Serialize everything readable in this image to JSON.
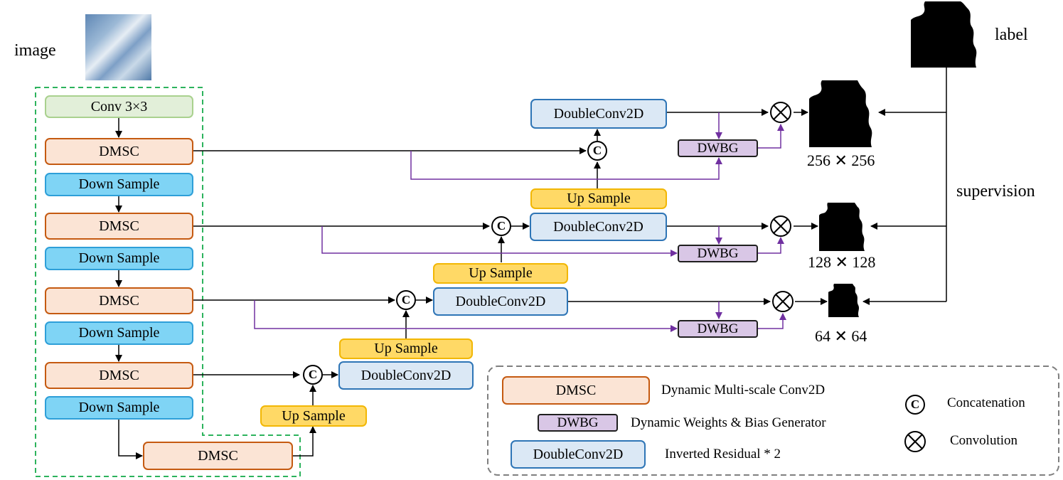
{
  "image_label": "image",
  "label_text": "label",
  "supervision_text": "supervision",
  "encoder": {
    "conv": "Conv 3×3",
    "dmsc": "DMSC",
    "down": "Down Sample"
  },
  "decoder": {
    "up": "Up Sample",
    "doubleconv": "DoubleConv2D",
    "dwbg": "DWBG",
    "concat_symbol": "C"
  },
  "outputs": [
    "256 ✕ 256",
    "128 ✕ 128",
    "64 ✕ 64"
  ],
  "legend": {
    "dmsc_box": "DMSC",
    "dmsc_desc": "Dynamic Multi-scale Conv2D",
    "dwbg_box": "DWBG",
    "dwbg_desc": "Dynamic Weights & Bias Generator",
    "dc_box": "DoubleConv2D",
    "dc_desc": "Inverted Residual * 2",
    "concat_symbol": "C",
    "concat_desc": "Concatenation",
    "conv_desc": "Convolution"
  },
  "colors": {
    "encoder_border": "#2db35d",
    "purple_path": "#7030a0",
    "dmsc_fill": "#fbe4d5",
    "down_fill": "#7fd4f5",
    "up_fill": "#ffd966",
    "doubleconv_fill": "#dbe8f5",
    "dwbg_fill": "#d9c7e6"
  }
}
